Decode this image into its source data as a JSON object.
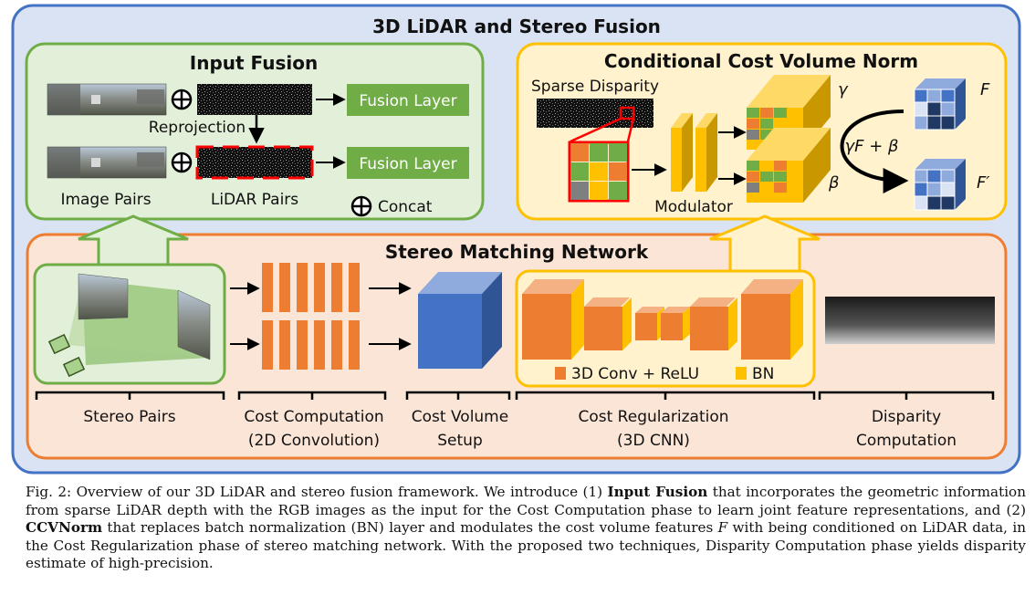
{
  "main_title": "3D LiDAR and Stereo Fusion",
  "input_fusion": {
    "title": "Input Fusion",
    "reprojection": "Reprojection",
    "fusion_layer_top": "Fusion Layer",
    "fusion_layer_bottom": "Fusion Layer",
    "image_pairs": "Image Pairs",
    "lidar_pairs": "LiDAR Pairs",
    "concat": "Concat",
    "concat_symbol": "⊕"
  },
  "ccvnorm": {
    "title": "Conditional Cost Volume Norm",
    "sparse_disparity": "Sparse Disparity",
    "modulator": "Modulator",
    "gamma": "γ",
    "beta": "β",
    "formula": "γF + β",
    "F": "F",
    "F_prime": "F′"
  },
  "stereo_network": {
    "title": "Stereo Matching Network",
    "legend_conv": "3D Conv + ReLU",
    "legend_bn": "BN",
    "stages": [
      {
        "line1": "Stereo Pairs",
        "line2": ""
      },
      {
        "line1": "Cost Computation",
        "line2": "(2D Convolution)"
      },
      {
        "line1": "Cost Volume",
        "line2": "Setup"
      },
      {
        "line1": "Cost Regularization",
        "line2": "(3D CNN)"
      },
      {
        "line1": "Disparity",
        "line2": "Computation"
      }
    ]
  },
  "caption": {
    "label": "Fig. 2:",
    "p1": " Overview of our 3D LiDAR and stereo fusion framework. We introduce (1) ",
    "b1": "Input Fusion",
    "p2": " that incorporates the geometric information from sparse LiDAR depth with the RGB images as the input for the Cost Computation phase to learn joint feature representations, and (2) ",
    "b2": "CCVNorm",
    "p3": " that replaces batch normalization (BN) layer and modulates the cost volume features ",
    "f": "F",
    "p4": " with being conditioned on LiDAR data, in the Cost Regularization phase of stereo matching network. With the proposed two techniques, Disparity Computation phase yields disparity estimate of high-precision."
  },
  "colors": {
    "outer_border": "#4472c4",
    "outer_fill": "#dae3f3",
    "green_border": "#70ad47",
    "green_fill": "#e2efd9",
    "yellow_border": "#ffc000",
    "yellow_fill": "#fff2cc",
    "orange_border": "#ed7d31",
    "orange_fill": "#fbe5d6",
    "fusion_layer": "#70ad47",
    "conv_orange": "#ed7d31",
    "bn_yellow": "#ffc000",
    "cost_volume_blue": "#4472c4"
  },
  "icons": [
    "concat-plus-icon",
    "arrow-icon",
    "camera-icon"
  ]
}
